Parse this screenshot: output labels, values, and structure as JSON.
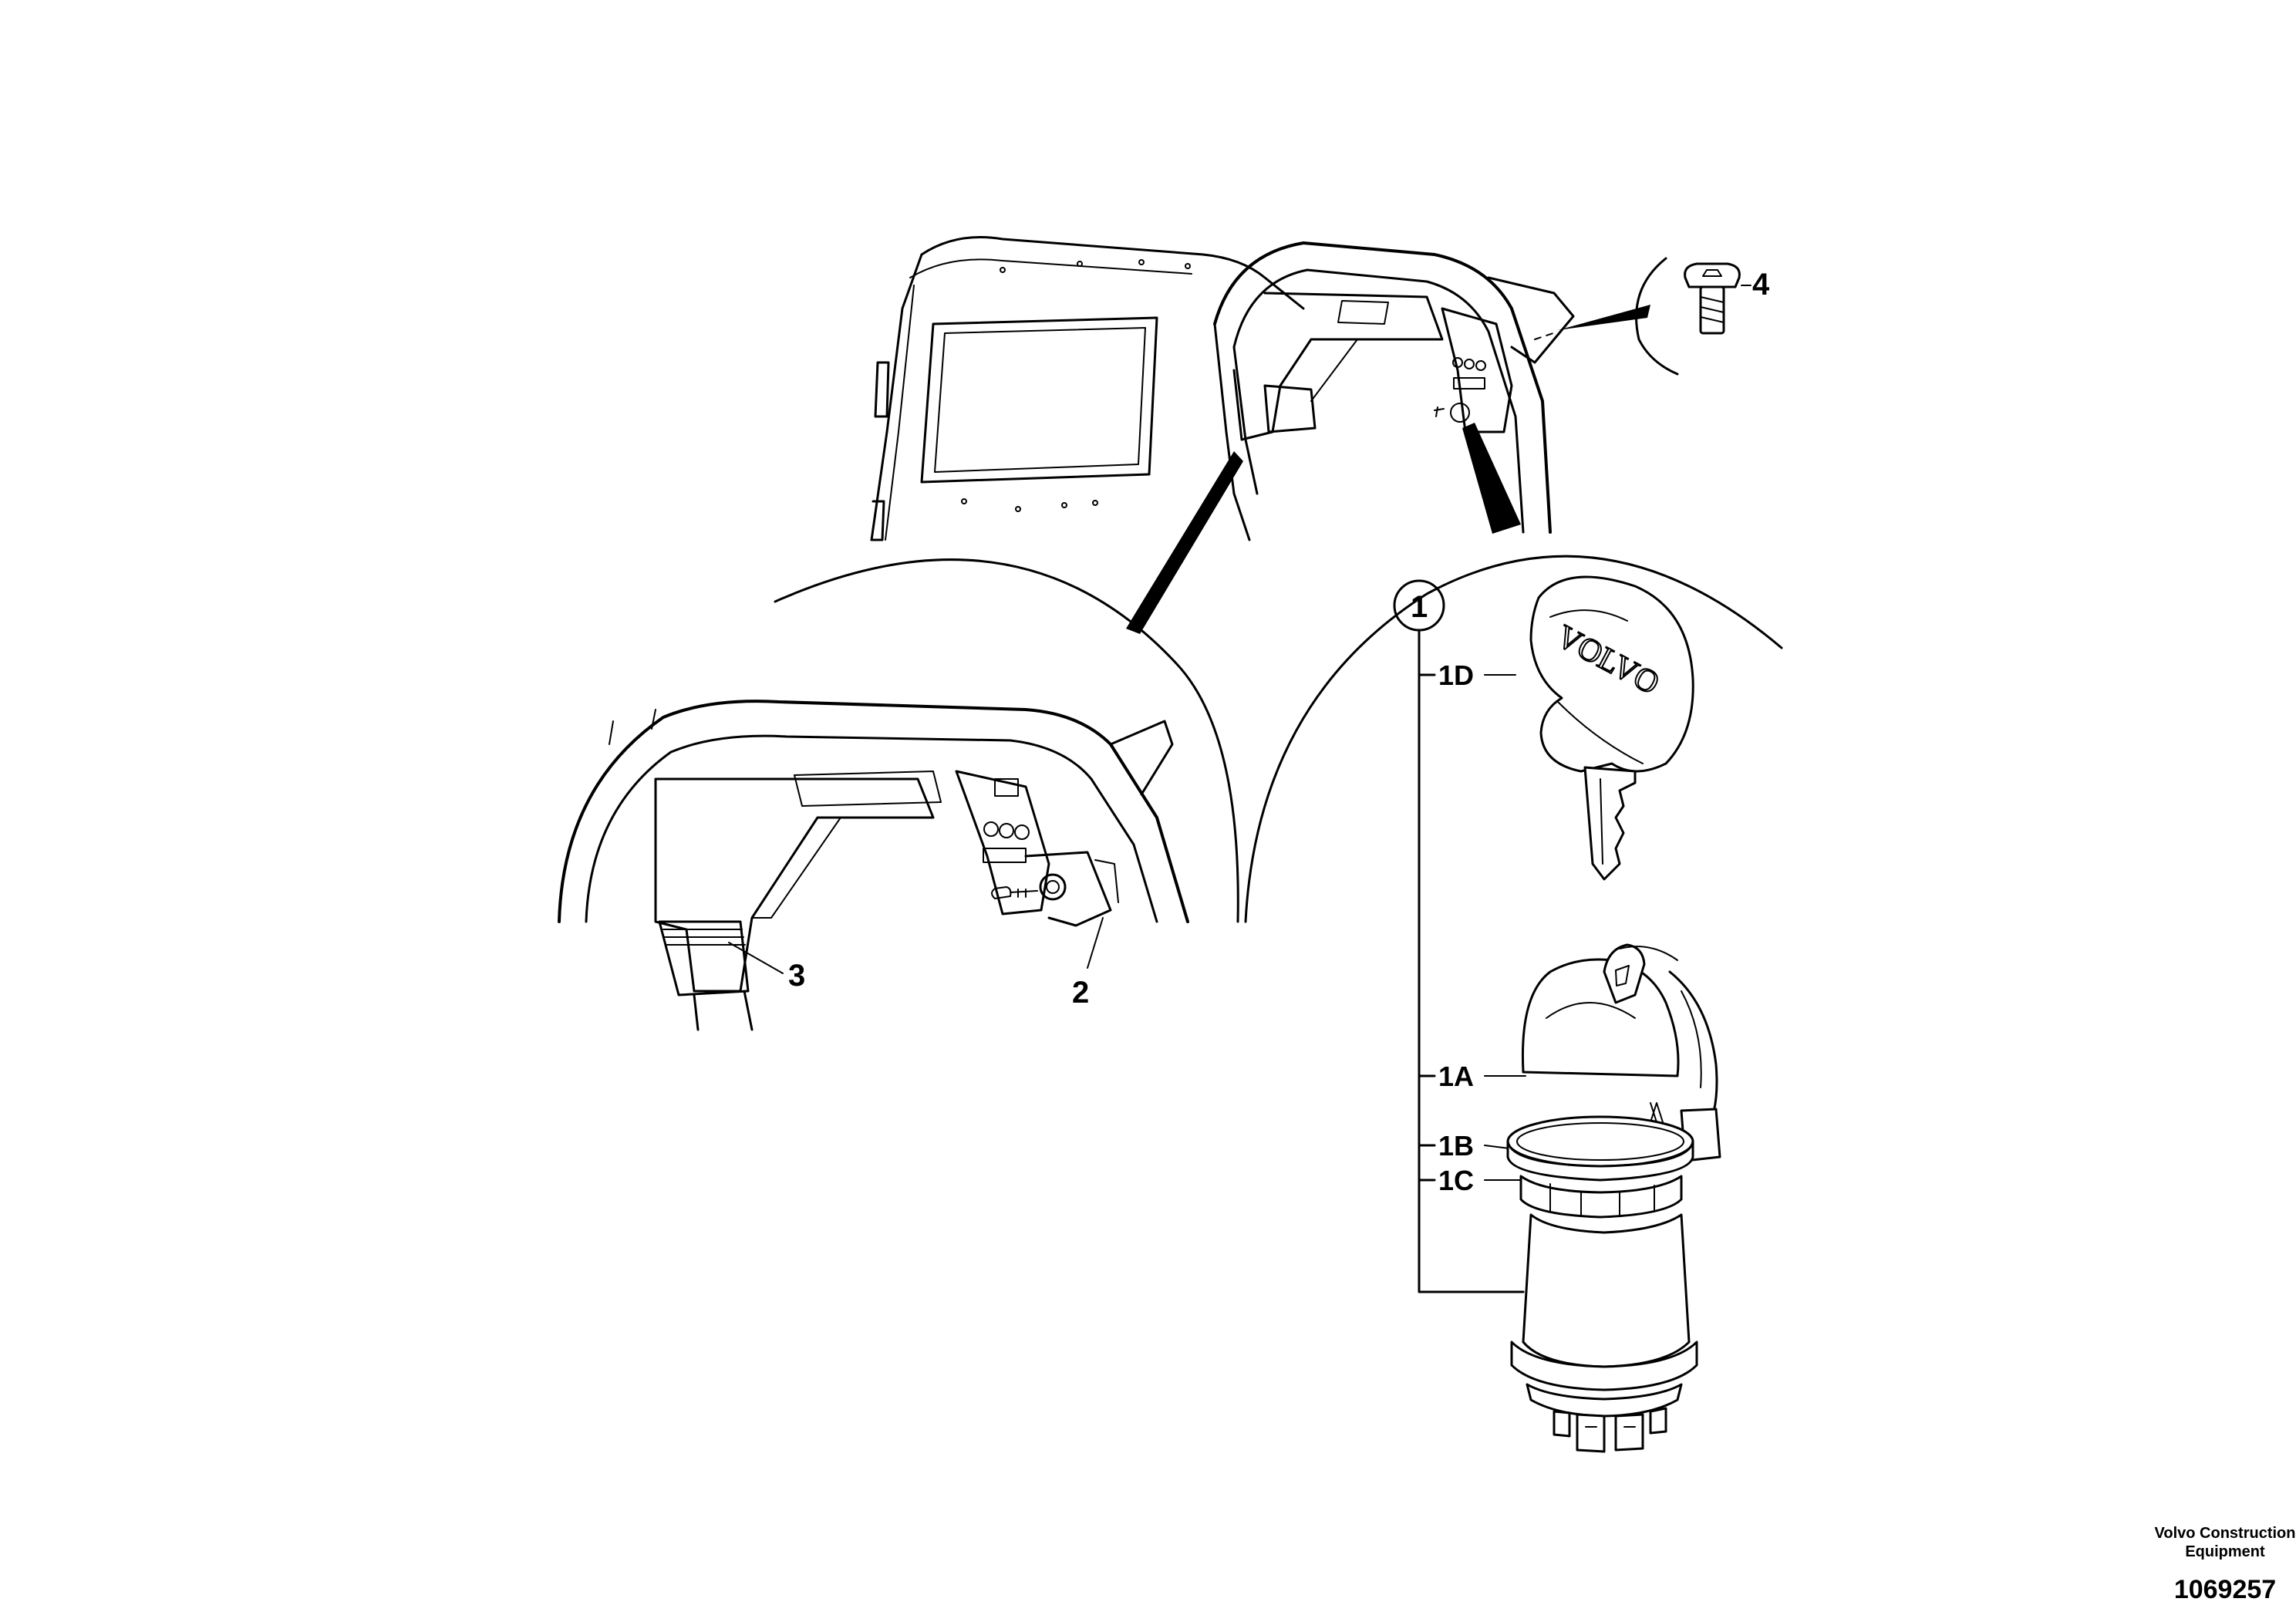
{
  "callouts": {
    "c1": "1",
    "c1a": "1A",
    "c1b": "1B",
    "c1c": "1C",
    "c1d": "1D",
    "c2": "2",
    "c3": "3",
    "c4": "4"
  },
  "key_head_text": "VOLVO",
  "footer": {
    "company_line1": "Volvo Construction",
    "company_line2": "Equipment",
    "document_number": "1069257"
  }
}
